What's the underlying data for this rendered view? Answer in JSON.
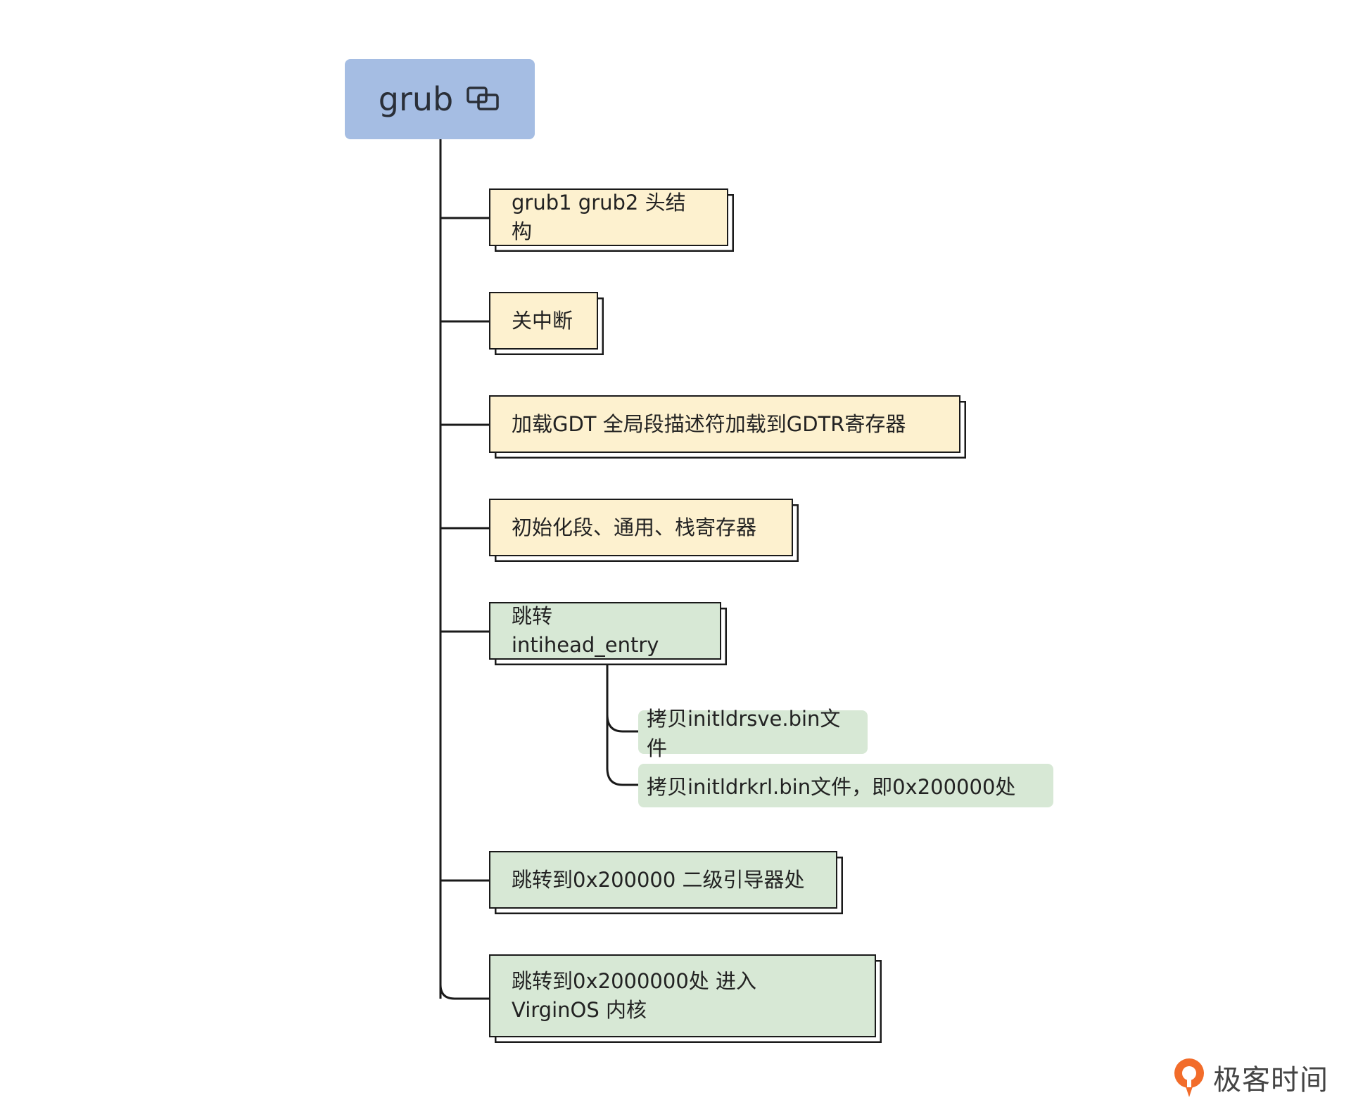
{
  "root": {
    "label": "grub",
    "icon": "linked-nodes-icon",
    "color": "#a5bde3"
  },
  "steps": [
    {
      "label": "grub1 grub2 头结构",
      "style": "yellow"
    },
    {
      "label": "关中断",
      "style": "yellow"
    },
    {
      "label": "加载GDT 全局段描述符加载到GDTR寄存器",
      "style": "yellow"
    },
    {
      "label": "初始化段、通用、栈寄存器",
      "style": "yellow"
    },
    {
      "label": "跳转intihead_entry",
      "style": "green"
    },
    {
      "label": "跳转到0x200000 二级引导器处",
      "style": "green"
    },
    {
      "label": "跳转到0x2000000处 进入VirginOS 内核",
      "style": "green"
    }
  ],
  "substeps": [
    {
      "label": "拷贝initldrsve.bin文件"
    },
    {
      "label": "拷贝initldrkrl.bin文件，即0x200000处"
    }
  ],
  "colors": {
    "yellow": "#fdf1cf",
    "green": "#d7e8d5",
    "border": "#1a1a1a",
    "logo_accent": "#f26c2a"
  },
  "watermark": {
    "text": "极客时间",
    "icon": "geektime-logo-icon"
  }
}
